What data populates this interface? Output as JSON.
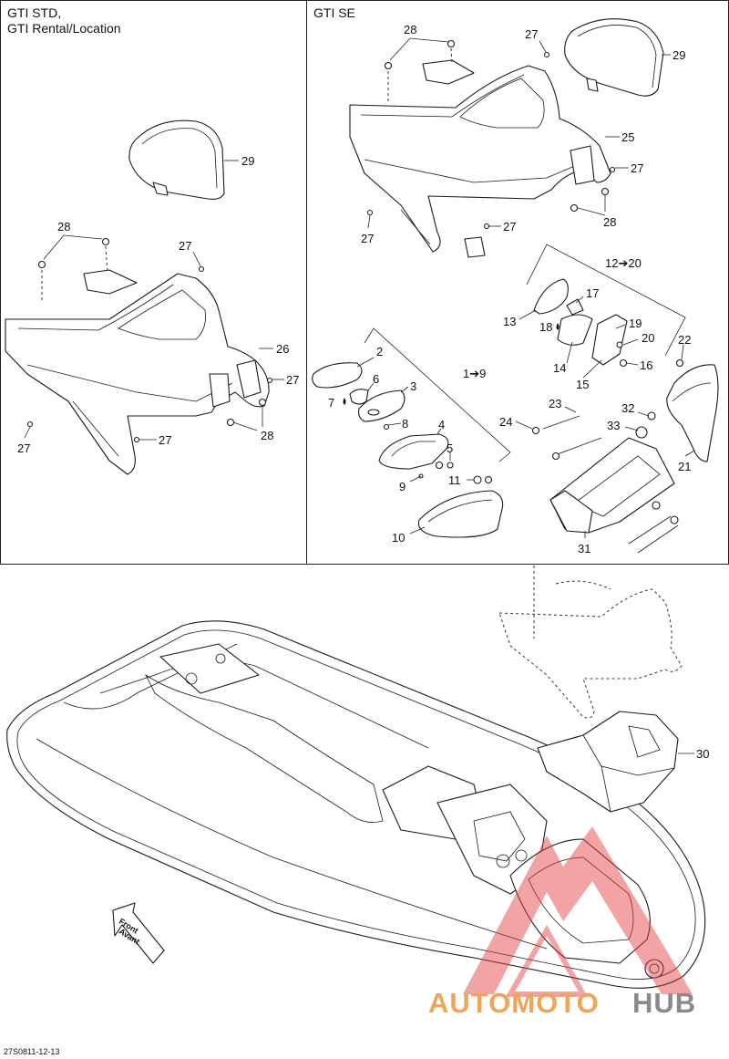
{
  "panels": {
    "left_title_line1": "GTI STD,",
    "left_title_line2": "GTI Rental/Location",
    "right_title": "GTI SE"
  },
  "callouts": {
    "l29": "29",
    "l28": "28",
    "l27a": "27",
    "l26": "26",
    "l27b": "27",
    "l27c": "27",
    "l27d": "27",
    "l28b": "28",
    "r28": "28",
    "r27a": "27",
    "r29": "29",
    "r25": "25",
    "r27b": "27",
    "r28b": "28",
    "r27c": "27",
    "r27d": "27",
    "r12_20": "12➔20",
    "r13": "13",
    "r17": "17",
    "r18": "18",
    "r19": "19",
    "r20": "20",
    "r22": "22",
    "r14": "14",
    "r15": "15",
    "r16": "16",
    "r2": "2",
    "r1_9": "1➔9",
    "r6": "6",
    "r3": "3",
    "r7": "7",
    "r8": "8",
    "r4": "4",
    "r5": "5",
    "r9": "9",
    "r11": "11",
    "r10": "10",
    "r23": "23",
    "r24": "24",
    "r32": "32",
    "r33": "33",
    "r21": "21",
    "r31": "31",
    "b30": "30"
  },
  "arrow_label_line1": "Front",
  "arrow_label_line2": "Avant",
  "footer_code": "27S0811-12-13",
  "watermark": {
    "text_a": "AUTOMOTO",
    "text_b": "HUB",
    "color_a": "#f0a45a",
    "color_b": "#8a8a8a",
    "logo_color": "#e23a3a"
  }
}
